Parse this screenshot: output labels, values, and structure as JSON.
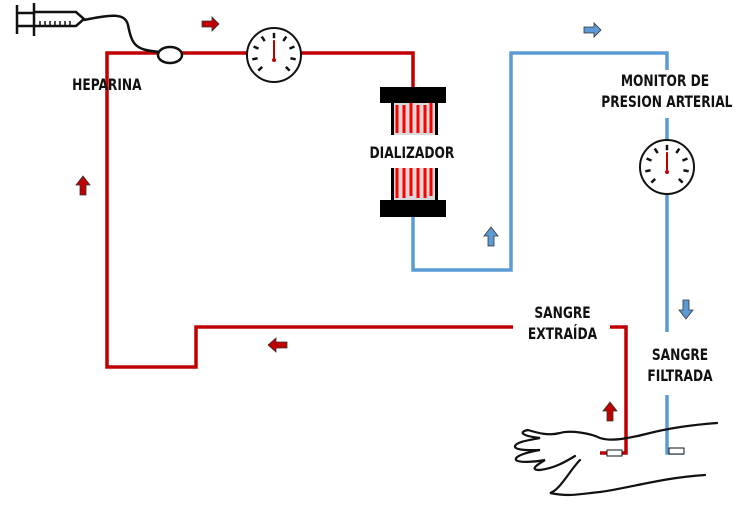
{
  "labels": {
    "heparin": "HEPARINA",
    "dialyzer": "DIALIZADOR",
    "monitor_line1": "MONITOR DE",
    "monitor_line2": "PRESION ARTERIAL",
    "extracted_line1": "SANGRE",
    "extracted_line2": "EXTRAÍDA",
    "filtered_line1": "SANGRE",
    "filtered_line2": "FILTRADA"
  },
  "colors": {
    "arterial_line": "#c00000",
    "venous_line": "#5b9bd5",
    "dialyzer_fibers": "#ff0000",
    "dialyzer_body": "#d9d9d9"
  },
  "icons": [
    "syringe-icon",
    "pressure-gauge-icon",
    "dialyzer-icon",
    "arm-icon",
    "arrow-icon"
  ]
}
